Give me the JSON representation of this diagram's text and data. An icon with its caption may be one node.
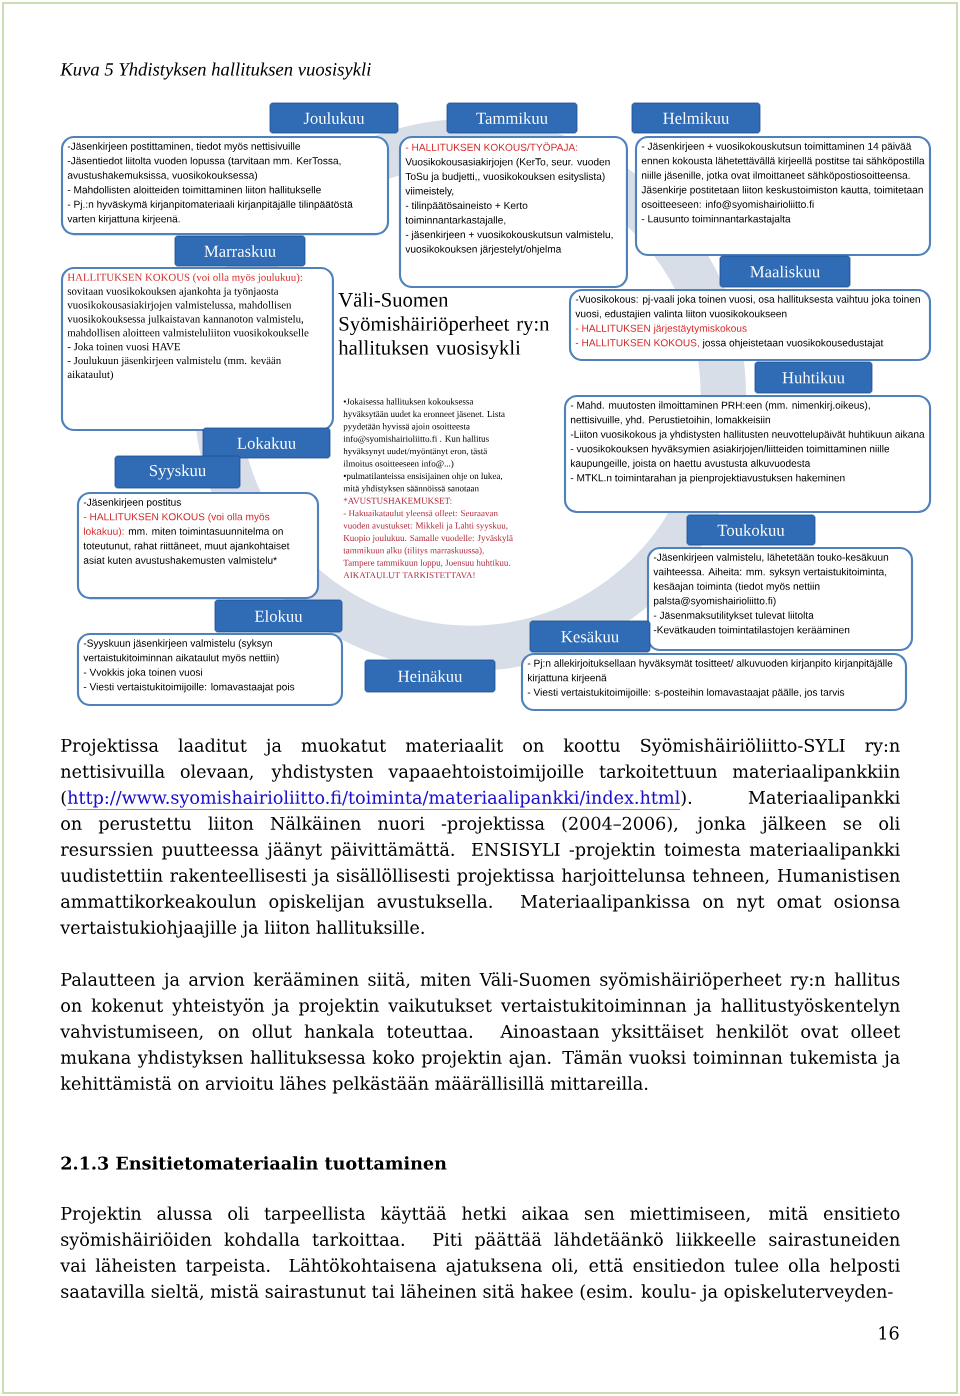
{
  "diagram": {
    "caption": "Kuva 5 Yhdistyksen hallituksen vuosisykli",
    "nodes": [
      {
        "text": [
          "Joulukuu",
          "-Jäsenkirjeen postittaminen, tiedot myös nettisivuille",
          "-Jäsentiedot liitolta vuoden lopussa (tarvitaan mm. KerTossa, avustushakemuksissa, vuosikokouksessa)",
          "- Mahdollisten aloitteiden toimittaminen liiton hallitukselle",
          "- Pj.:n hyväskymä kirjanpitomateriaali kirjanpitäjälle tilinpäätöstä varten kirjattuna kirjeenä."
        ]
      },
      {
        "text": [
          "Tammikuu",
          "- HALLITUKSEN KOKOUS/TYÖPAJA:",
          "Vuosikokousasiakirjojen (KerTo, seur. vuoden ToSu ja budjetti,, vuosikokouksen esityslista) viimeistely,",
          "- tilinpäätösaineisto + Kerto toiminnantarkastajalle,",
          "- jäsenkirjeen + vuosikokouskutsun valmistelu, vuosikokouksen järjestelyt/ohjelma"
        ]
      },
      {
        "text": [
          "Helmikuu",
          "- Jäsenkirjeen + vuosikokouskutsun toimittaminen 14 päivää ennen kokousta lähetettävällä kirjeellä postitse tai sähköpostilla niille jäsenille, jotka ovat ilmoittaneet sähköpostiosoitteensa. Jäsenkirje postitetaan liiton keskustoimiston kautta, toimitetaan osoitteeseen: info@syomishairioliitto.fi",
          "- Lausunto toiminnantarkastajalta"
        ]
      },
      {
        "text": [
          "Marraskuu",
          "HALLITUKSEN KOKOUS (voi olla myös joulukuu):",
          "sovitaan vuosikokouksen ajankohta ja työnjaosta vuosikokousasiakirjojen valmistelussa, mahdollisen vuosikokouksessa julkaistavan kannanoton valmistelu, mahdollisen aloitteen valmisteluliiton vuosikokoukselle",
          "- Joka toinen vuosi HAVE",
          "- Joulukuun jäsenkirjeen valmistelu (mm. kevään aikataulut)"
        ]
      },
      {
        "text": [
          "Maaliskuu",
          "-Vuosikokous: pj-vaali joka toinen vuosi, osa hallituksesta vaihtuu joka toinen vuosi, edustajien valinta liiton vuosikokoukseen",
          "- HALLITUKSEN järjestäytymiskokous",
          "- HALLITUKSEN KOKOUS,",
          "jossa ohjeistetaan vuosikokousedustajat"
        ]
      },
      {
        "text": [
          "Huhtikuu",
          "- Mahd. muutosten ilmoittaminen PRH:een (mm. nimenkirj.oikeus), nettisivuille, yhd. Perustietoihin, lomakkeisiin",
          "-Liiton vuosikokous ja yhdistysten hallitusten neuvottelupäivät huhtikuun aikana",
          "- vuosikokouksen hyväksymien asiakirjojen/liitteiden toimittaminen niille kaupungeille, joista on haettu avustusta alkuvuodesta",
          "- MTKL.n toimintarahan ja pienprojektiavustuksen hakeminen"
        ]
      },
      {
        "text": [
          "Lokakuu"
        ]
      },
      {
        "text": [
          "Syyskuu",
          "-Jäsenkirjeen postitus",
          "- HALLITUKSEN KOKOUS (voi olla myös lokakuu):",
          "mm. miten toimintasuunnitelma on toteutunut, rahat riittäneet, muut ajankohtaiset asiat kuten avustushakemusten valmistelu*"
        ]
      },
      {
        "text": [
          "Toukokuu",
          "-Jäsenkirjeen valmistelu, lähetetään touko-kesäkuun vaihteessa. Aiheita: mm. syksyn vertaistukitoiminta, kesäajan toiminta (tiedot myös nettiin palsta@syomishairioliitto.fi)",
          "- Jäsenmaksutilitykset tulevat liitolta",
          "-Kevätkauden toimintatilastojen kerääminen"
        ]
      },
      {
        "text": [
          "Elokuu",
          "-Syyskuun jäsenkirjeen valmistelu (syksyn vertaistukitoiminnan aikataulut myös nettiin)",
          "- Vvokkis joka toinen vuosi",
          "- Viesti vertaistukitoimijoille: lomavastaajat pois"
        ]
      },
      {
        "text": [
          "Kesäkuu",
          "- Pj:n allekirjoituksellaan hyväksymät tositteet/ alkuvuoden kirjanpito kirjanpitäjälle kirjattuna kirjeenä",
          "- Viesti vertaistukitoimijoille: s-posteihin lomavastaajat päälle, jos tarvis"
        ]
      },
      {
        "text": [
          "Heinäkuu"
        ]
      }
    ],
    "labels": [
      "Väli-Suomen Syömishäiriöperheet ry:n hallituksen vuosisykli",
      "•Jokaisessa hallituksen kokouksessa hyväksytään uudet ka eronneet jäsenet. Lista pyydetään hyvissä ajoin osoitteesta info@syomishairioliitto.fi . Kun hallitus hyväksynyt uudet/myöntänyt eron, tästä ilmoitus osoitteeseen info@...)",
      "•pulmatilanteissa ensisijainen ohje on lukea, mitä yhdistyksen säännöissä sanotaan",
      "*AVUSTUSHAKEMUKSET:",
      "- Hakuaikataulut yleensä olleet: Seuraavan vuoden avustukset: Mikkeli ja Lahti syyskuu, Kuopio joulukuu. Samalle vuodelle: Jyväskylä tammikuun alku (tilitys marraskuussa), Tampere tammikuun loppu, Joensuu huhtikuu.",
      "AIKATAULUT TARKISTETTAVA!",
      "Projektissa laaditut ja muokatut materiaalit on koottu Syömishäiriöliitto-SYLI ry:n nettisivuilla olevaan, yhdistysten vapaaehtoistoimijoille tarkoitettuun materiaalipankkiin (",
      "http://www.syomishairioliitto.fi/toiminta/materiaalipankki/index.html",
      "). Materiaalipankki on perustettu liiton Nälkäinen nuori -projektissa (2004–2006), jonka jälkeen se oli resurssien puutteessa jäänyt päivittämättä. ENSISYLI -projektin toimesta materiaalipankki uudistettiin rakenteellisesti ja sisällöllisesti projektissa harjoittelunsa tehneen, Humanistisen ammattikorkeakoulun opiskelijan avustuksella. Materiaalipankissa on nyt omat osionsa vertaistukiohjaajille ja liiton hallituksille.",
      "Palautteen ja arvion kerääminen siitä, miten Väli-Suomen syömishäiriöperheet ry:n hallitus on kokenut yhteistyön ja projektin vaikutukset vertaistukitoiminnan ja hallitustyöskentelyn vahvistumiseen, on ollut hankala toteuttaa. Ainoastaan yksittäiset henkilöt ovat olleet mukana yhdistyksen hallituksessa koko projektin ajan. Tämän vuoksi toiminnan tukemista ja kehittämistä on arvioitu lähes pelkästään määrällisillä mittareilla.",
      "2.1.3 Ensitietomateriaalin tuottaminen",
      "Projektin alussa oli tarpeellista käyttää hetki aikaa sen miettimiseen, mitä ensitieto syömishäiriöiden kohdalla tarkoittaa. Piti päättää lähdetäänkö liikkeelle sairastuneiden vai läheisten tarpeista. Lähtökohtaisena ajatuksena oli, että ensitiedon tulee olla helposti saatavilla sieltä, mistä sairastunut tai läheinen sitä hakee (esim. koulu- ja opiskeluterveyden-",
      "16"
    ]
  }
}
